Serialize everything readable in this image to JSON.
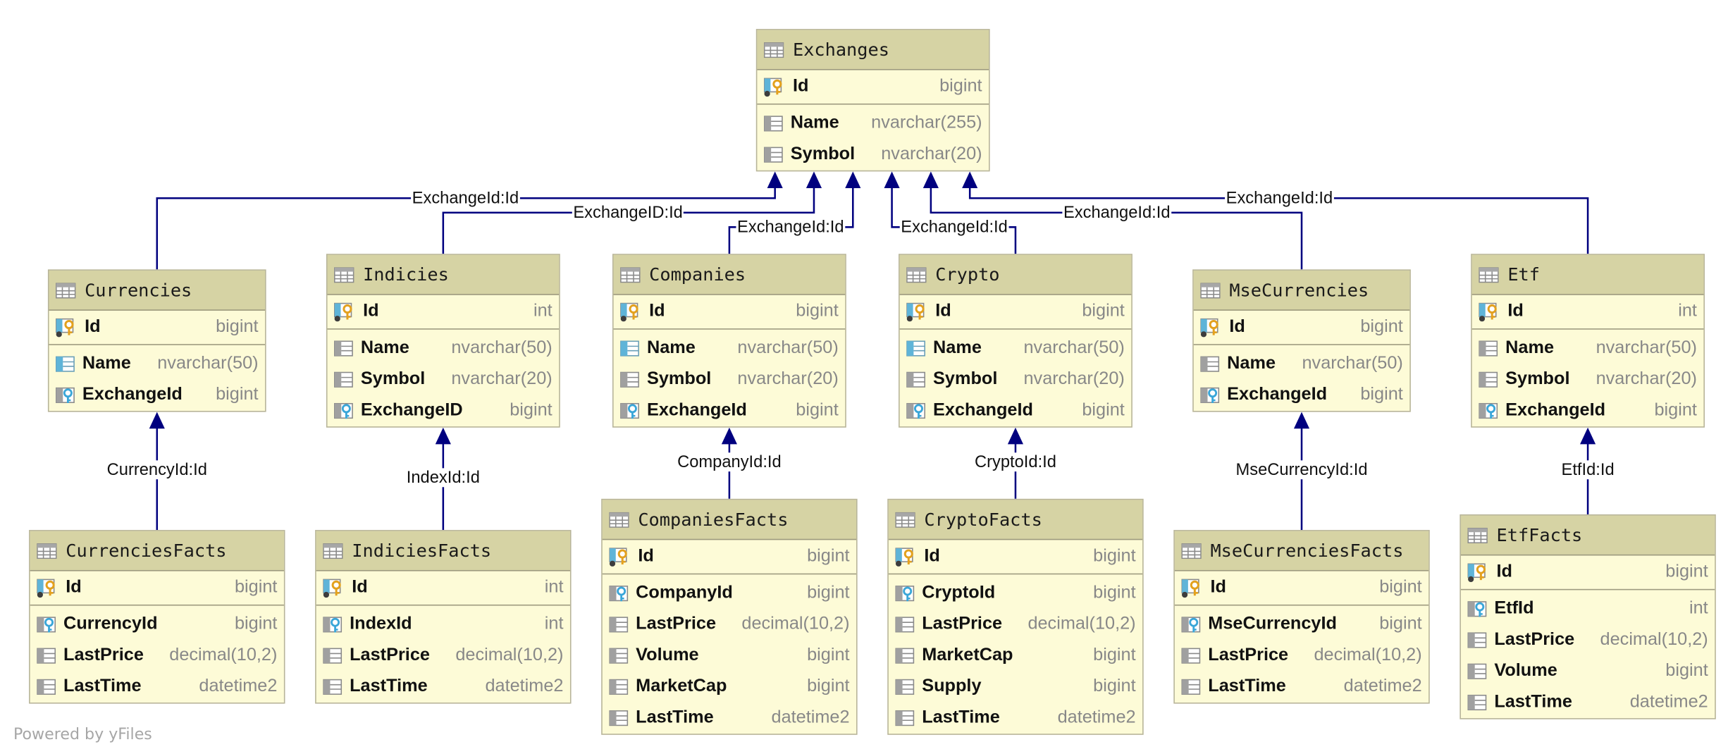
{
  "powered_by": "Powered by yFiles",
  "colors": {
    "edge": "#00007f",
    "header": "#d6d3a4",
    "body": "#fdfbd7",
    "type_text": "#888888"
  },
  "tables": [
    {
      "id": "exchanges",
      "name": "Exchanges",
      "pk": {
        "name": "Id",
        "type": "bigint",
        "icon": "primary-key-icon"
      },
      "columns": [
        {
          "name": "Name",
          "type": "nvarchar(255)",
          "icon": "column-icon"
        },
        {
          "name": "Symbol",
          "type": "nvarchar(20)",
          "icon": "column-icon"
        }
      ]
    },
    {
      "id": "currencies",
      "name": "Currencies",
      "pk": {
        "name": "Id",
        "type": "bigint",
        "icon": "primary-key-icon"
      },
      "columns": [
        {
          "name": "Name",
          "type": "nvarchar(50)",
          "icon": "unique-column-icon"
        },
        {
          "name": "ExchangeId",
          "type": "bigint",
          "icon": "foreign-key-icon"
        }
      ]
    },
    {
      "id": "indicies",
      "name": "Indicies",
      "pk": {
        "name": "Id",
        "type": "int",
        "icon": "primary-key-icon"
      },
      "columns": [
        {
          "name": "Name",
          "type": "nvarchar(50)",
          "icon": "column-icon"
        },
        {
          "name": "Symbol",
          "type": "nvarchar(20)",
          "icon": "column-icon"
        },
        {
          "name": "ExchangeID",
          "type": "bigint",
          "icon": "foreign-key-icon"
        }
      ]
    },
    {
      "id": "companies",
      "name": "Companies",
      "pk": {
        "name": "Id",
        "type": "bigint",
        "icon": "primary-key-icon"
      },
      "columns": [
        {
          "name": "Name",
          "type": "nvarchar(50)",
          "icon": "unique-column-icon"
        },
        {
          "name": "Symbol",
          "type": "nvarchar(20)",
          "icon": "column-icon"
        },
        {
          "name": "ExchangeId",
          "type": "bigint",
          "icon": "foreign-key-icon"
        }
      ]
    },
    {
      "id": "crypto",
      "name": "Crypto",
      "pk": {
        "name": "Id",
        "type": "bigint",
        "icon": "primary-key-icon"
      },
      "columns": [
        {
          "name": "Name",
          "type": "nvarchar(50)",
          "icon": "unique-column-icon"
        },
        {
          "name": "Symbol",
          "type": "nvarchar(20)",
          "icon": "column-icon"
        },
        {
          "name": "ExchangeId",
          "type": "bigint",
          "icon": "foreign-key-icon"
        }
      ]
    },
    {
      "id": "msecurrencies",
      "name": "MseCurrencies",
      "pk": {
        "name": "Id",
        "type": "bigint",
        "icon": "primary-key-icon"
      },
      "columns": [
        {
          "name": "Name",
          "type": "nvarchar(50)",
          "icon": "column-icon"
        },
        {
          "name": "ExchangeId",
          "type": "bigint",
          "icon": "foreign-key-icon"
        }
      ]
    },
    {
      "id": "etf",
      "name": "Etf",
      "pk": {
        "name": "Id",
        "type": "int",
        "icon": "primary-key-icon"
      },
      "columns": [
        {
          "name": "Name",
          "type": "nvarchar(50)",
          "icon": "column-icon"
        },
        {
          "name": "Symbol",
          "type": "nvarchar(20)",
          "icon": "column-icon"
        },
        {
          "name": "ExchangeId",
          "type": "bigint",
          "icon": "foreign-key-icon"
        }
      ]
    },
    {
      "id": "currenciesfacts",
      "name": "CurrenciesFacts",
      "pk": {
        "name": "Id",
        "type": "bigint",
        "icon": "primary-key-icon"
      },
      "columns": [
        {
          "name": "CurrencyId",
          "type": "bigint",
          "icon": "foreign-key-icon"
        },
        {
          "name": "LastPrice",
          "type": "decimal(10,2)",
          "icon": "column-icon"
        },
        {
          "name": "LastTime",
          "type": "datetime2",
          "icon": "column-icon"
        }
      ]
    },
    {
      "id": "indiciesfacts",
      "name": "IndiciesFacts",
      "pk": {
        "name": "Id",
        "type": "int",
        "icon": "primary-key-icon"
      },
      "columns": [
        {
          "name": "IndexId",
          "type": "int",
          "icon": "foreign-key-icon"
        },
        {
          "name": "LastPrice",
          "type": "decimal(10,2)",
          "icon": "column-icon"
        },
        {
          "name": "LastTime",
          "type": "datetime2",
          "icon": "column-icon"
        }
      ]
    },
    {
      "id": "companiesfacts",
      "name": "CompaniesFacts",
      "pk": {
        "name": "Id",
        "type": "bigint",
        "icon": "primary-key-icon"
      },
      "columns": [
        {
          "name": "CompanyId",
          "type": "bigint",
          "icon": "foreign-key-icon"
        },
        {
          "name": "LastPrice",
          "type": "decimal(10,2)",
          "icon": "column-icon"
        },
        {
          "name": "Volume",
          "type": "bigint",
          "icon": "column-icon"
        },
        {
          "name": "MarketCap",
          "type": "bigint",
          "icon": "column-icon"
        },
        {
          "name": "LastTime",
          "type": "datetime2",
          "icon": "column-icon"
        }
      ]
    },
    {
      "id": "cryptofacts",
      "name": "CryptoFacts",
      "pk": {
        "name": "Id",
        "type": "bigint",
        "icon": "primary-key-icon"
      },
      "columns": [
        {
          "name": "CryptoId",
          "type": "bigint",
          "icon": "foreign-key-icon"
        },
        {
          "name": "LastPrice",
          "type": "decimal(10,2)",
          "icon": "column-icon"
        },
        {
          "name": "MarketCap",
          "type": "bigint",
          "icon": "column-icon"
        },
        {
          "name": "Supply",
          "type": "bigint",
          "icon": "column-icon"
        },
        {
          "name": "LastTime",
          "type": "datetime2",
          "icon": "column-icon"
        }
      ]
    },
    {
      "id": "msecurrenciesfacts",
      "name": "MseCurrenciesFacts",
      "pk": {
        "name": "Id",
        "type": "bigint",
        "icon": "primary-key-icon"
      },
      "columns": [
        {
          "name": "MseCurrencyId",
          "type": "bigint",
          "icon": "foreign-key-icon"
        },
        {
          "name": "LastPrice",
          "type": "decimal(10,2)",
          "icon": "column-icon"
        },
        {
          "name": "LastTime",
          "type": "datetime2",
          "icon": "column-icon"
        }
      ]
    },
    {
      "id": "etffacts",
      "name": "EtfFacts",
      "pk": {
        "name": "Id",
        "type": "bigint",
        "icon": "primary-key-icon"
      },
      "columns": [
        {
          "name": "EtfId",
          "type": "int",
          "icon": "foreign-key-icon"
        },
        {
          "name": "LastPrice",
          "type": "decimal(10,2)",
          "icon": "column-icon"
        },
        {
          "name": "Volume",
          "type": "bigint",
          "icon": "column-icon"
        },
        {
          "name": "LastTime",
          "type": "datetime2",
          "icon": "column-icon"
        }
      ]
    }
  ],
  "relations": [
    {
      "from": "currencies",
      "to": "exchanges",
      "label": "ExchangeId:Id"
    },
    {
      "from": "indicies",
      "to": "exchanges",
      "label": "ExchangeID:Id"
    },
    {
      "from": "companies",
      "to": "exchanges",
      "label": "ExchangeId:Id"
    },
    {
      "from": "crypto",
      "to": "exchanges",
      "label": "ExchangeId:Id"
    },
    {
      "from": "msecurrencies",
      "to": "exchanges",
      "label": "ExchangeId:Id"
    },
    {
      "from": "etf",
      "to": "exchanges",
      "label": "ExchangeId:Id"
    },
    {
      "from": "currenciesfacts",
      "to": "currencies",
      "label": "CurrencyId:Id"
    },
    {
      "from": "indiciesfacts",
      "to": "indicies",
      "label": "IndexId:Id"
    },
    {
      "from": "companiesfacts",
      "to": "companies",
      "label": "CompanyId:Id"
    },
    {
      "from": "cryptofacts",
      "to": "crypto",
      "label": "CryptoId:Id"
    },
    {
      "from": "msecurrenciesfacts",
      "to": "msecurrencies",
      "label": "MseCurrencyId:Id"
    },
    {
      "from": "etffacts",
      "to": "etf",
      "label": "EtfId:Id"
    }
  ]
}
